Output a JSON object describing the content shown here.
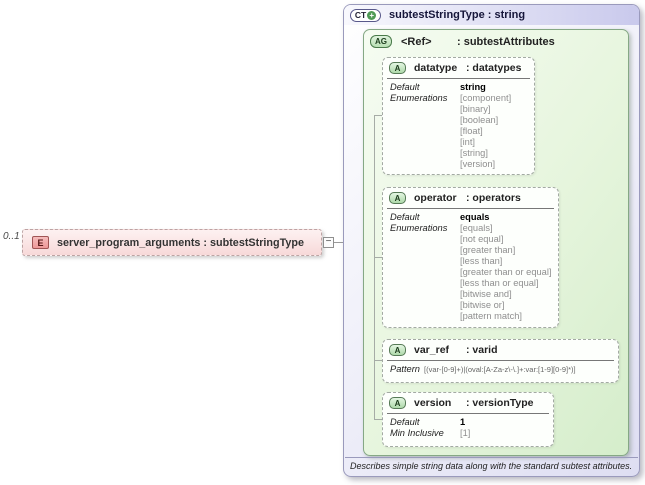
{
  "element": {
    "multiplicity": "0..1",
    "icon": "E",
    "label": "server_program_arguments : subtestStringType",
    "collapse_glyph": "−"
  },
  "complex_type": {
    "icon": "CT",
    "icon_plus": "+",
    "title": "subtestStringType : string",
    "documentation": "Describes simple string data along with the standard subtest attributes."
  },
  "attribute_group": {
    "icon": "AG",
    "name": "<Ref>",
    "type": ": subtestAttributes"
  },
  "attributes": [
    {
      "icon": "A",
      "name": "datatype",
      "type": ": datatypes",
      "facets": [
        {
          "label": "Default",
          "values": [
            "string"
          ],
          "emphasis": true
        },
        {
          "label": "Enumerations",
          "values": [
            "[component]",
            "[binary]",
            "[boolean]",
            "[float]",
            "[int]",
            "[string]",
            "[version]"
          ]
        }
      ]
    },
    {
      "icon": "A",
      "name": "operator",
      "type": ": operators",
      "facets": [
        {
          "label": "Default",
          "values": [
            "equals"
          ],
          "emphasis": true
        },
        {
          "label": "Enumerations",
          "values": [
            "[equals]",
            "[not equal]",
            "[greater than]",
            "[less than]",
            "[greater than or equal]",
            "[less than or equal]",
            "[bitwise and]",
            "[bitwise or]",
            "[pattern match]"
          ]
        }
      ]
    },
    {
      "icon": "A",
      "name": "var_ref",
      "type": ": varid",
      "facets": [
        {
          "label": "Pattern",
          "values": [
            "[(var-[0-9]+)|(oval:[A-Za-z\\-\\.]+:var:[1-9][0-9]*)]"
          ],
          "small": true
        }
      ]
    },
    {
      "icon": "A",
      "name": "version",
      "type": ": versionType",
      "facets": [
        {
          "label": "Default",
          "values": [
            "1"
          ],
          "emphasis": true
        },
        {
          "label": "Min Inclusive",
          "values": [
            "[1]"
          ]
        }
      ]
    }
  ]
}
